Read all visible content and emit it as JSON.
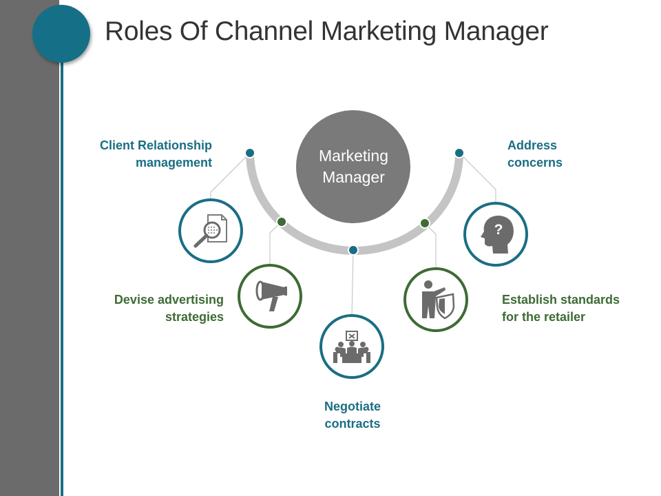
{
  "title": "Roles Of Channel Marketing Manager",
  "center": {
    "line1": "Marketing",
    "line2": "Manager"
  },
  "colors": {
    "teal": "#1a6e84",
    "green": "#3d6b34",
    "gray": "#7a7a7a",
    "arc": "#c4c4c4",
    "sidebar": "#6b6b6b"
  },
  "roles": [
    {
      "id": "client",
      "line1": "Client Relationship",
      "line2": "management",
      "icon": "magnifier-document-icon",
      "color": "teal"
    },
    {
      "id": "advertising",
      "line1": "Devise advertising",
      "line2": "strategies",
      "icon": "megaphone-icon",
      "color": "green"
    },
    {
      "id": "contracts",
      "line1": "Negotiate",
      "line2": "contracts",
      "icon": "meeting-table-icon",
      "color": "teal"
    },
    {
      "id": "standards",
      "line1": "Establish standards",
      "line2": "for the retailer",
      "icon": "person-shield-icon",
      "color": "green"
    },
    {
      "id": "concerns",
      "line1": "Address",
      "line2": "concerns",
      "icon": "head-question-icon",
      "color": "teal"
    }
  ]
}
